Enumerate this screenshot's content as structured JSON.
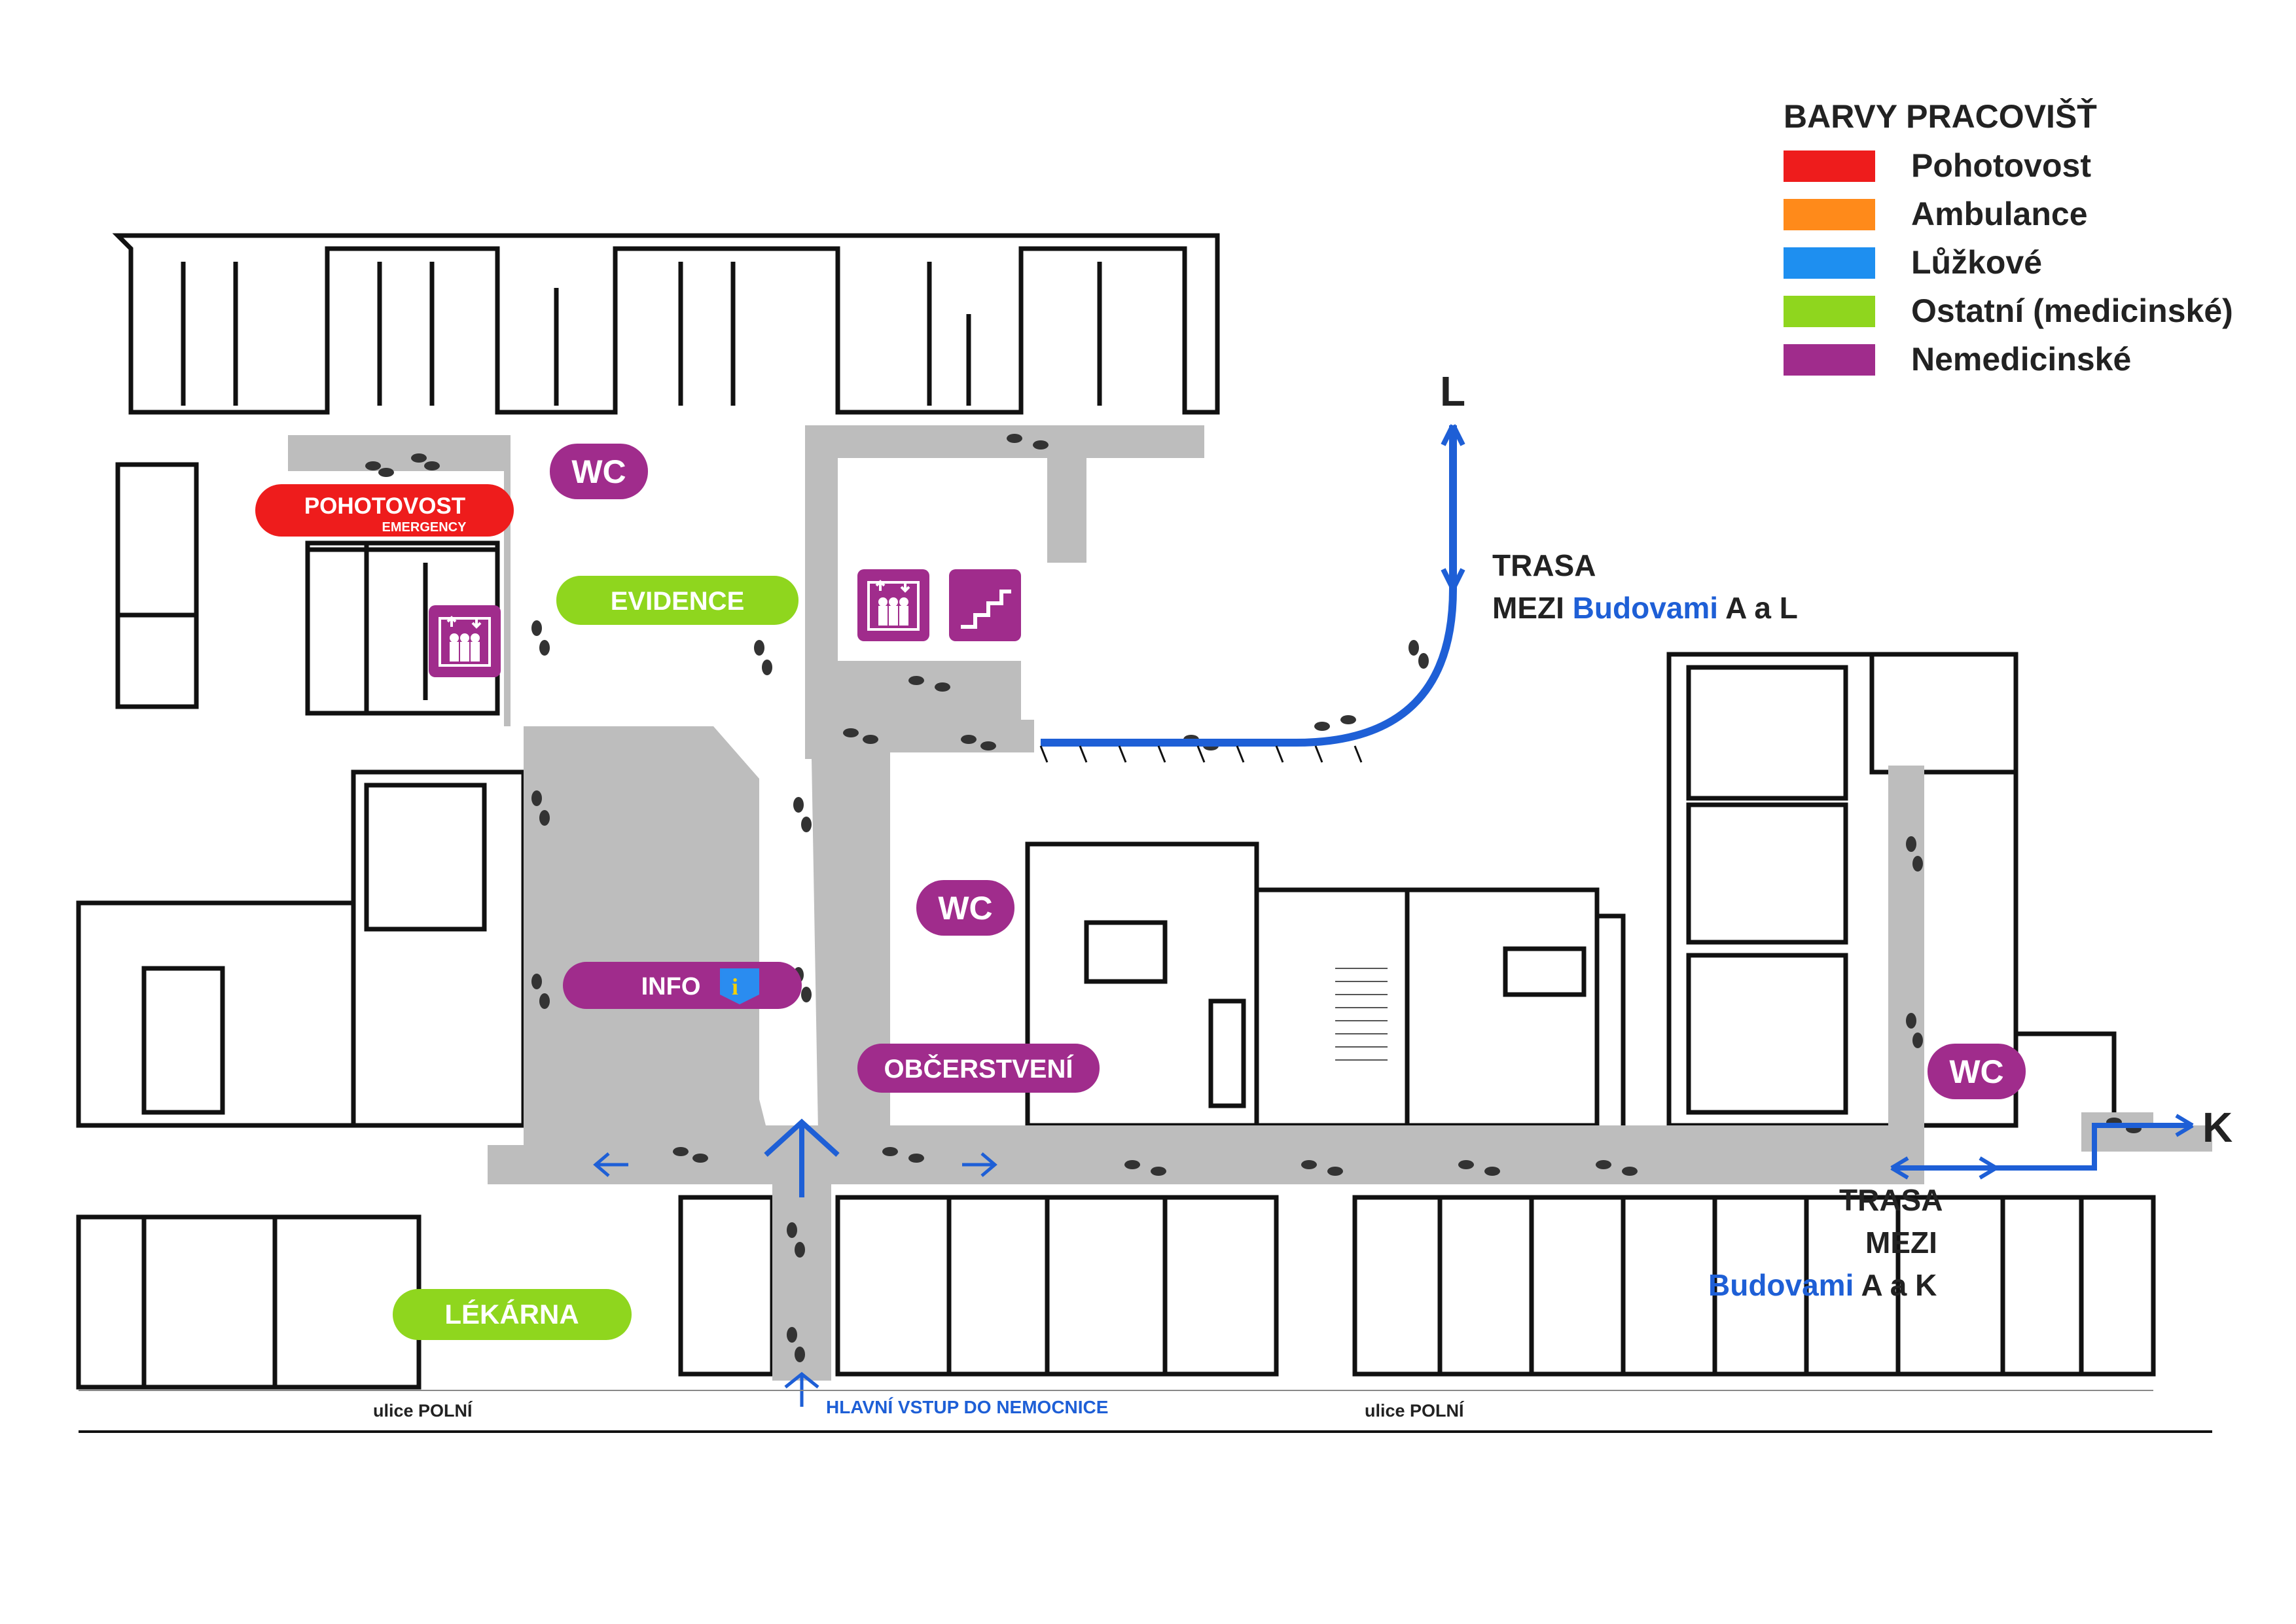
{
  "legend": {
    "title": "BARVY PRACOVIŠŤ",
    "items": [
      {
        "label": "Pohotovost",
        "color": "#ee1c1c"
      },
      {
        "label": "Ambulance",
        "color": "#ff8a1a"
      },
      {
        "label": "Lůžkové",
        "color": "#1e8ff0"
      },
      {
        "label": "Ostatní (medicinské)",
        "color": "#8fd61e"
      },
      {
        "label": "Nemedicinské",
        "color": "#a02c8c"
      }
    ]
  },
  "labels": {
    "pohotovost": "POHOTOVOST",
    "emergency": "EMERGENCY",
    "wc": "WC",
    "evidence": "EVIDENCE",
    "info": "INFO",
    "obcerstveni": "OBČERSTVENÍ",
    "lekarna": "LÉKÁRNA"
  },
  "routes": {
    "to_L": {
      "marker": "L",
      "line1": "TRASA",
      "line2_prefix": "MEZI ",
      "line2_blue": "Budovami",
      "line2_suffix": " A a L"
    },
    "to_K": {
      "marker": "K",
      "line1": "TRASA",
      "line2": "MEZI",
      "line3_blue": "Budovami",
      "line3_suffix": " A a K"
    }
  },
  "streets": {
    "left": "ulice POLNÍ",
    "right": "ulice POLNÍ"
  },
  "main_entrance": "HLAVNÍ VSTUP DO NEMOCNICE",
  "colors": {
    "emergency": "#ee1c1c",
    "medical_other": "#8fd61e",
    "non_medical": "#a02c8c",
    "route": "#1e5fd6",
    "corridor": "#bdbdbd"
  },
  "icons": [
    "elevator-icon",
    "stairs-icon",
    "info-icon",
    "footsteps-icon",
    "arrow-icon"
  ]
}
